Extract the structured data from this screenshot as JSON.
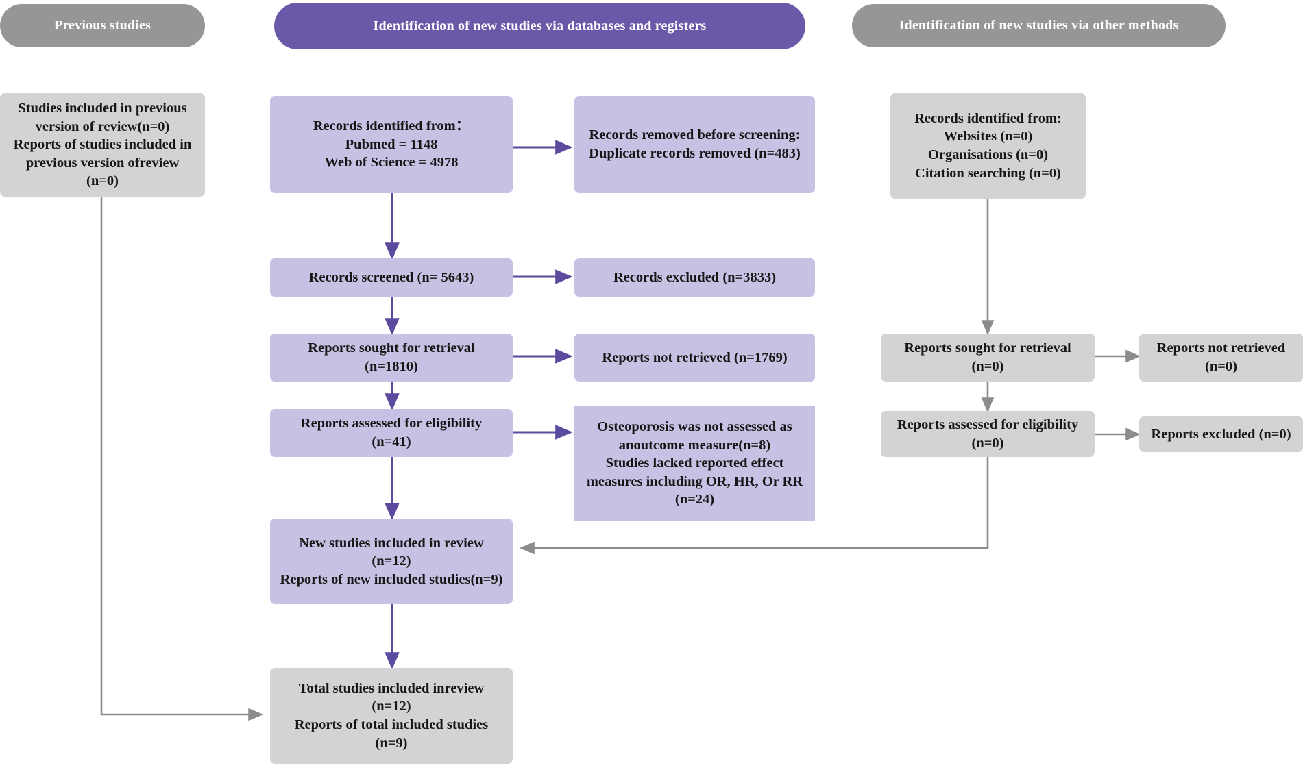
{
  "diagram": {
    "type": "prisma-flow-diagram",
    "colors": {
      "banner_grey": "#969696",
      "banner_purple": "#6a58a8",
      "box_purple": "#c9c1e3",
      "box_grey": "#d3d3d3",
      "arrow_purple": "#5b4a9e",
      "arrow_grey": "#8c8c8c",
      "text_dark": "#161616",
      "banner_text": "#ffffff",
      "background": "#ffffff"
    },
    "banners": {
      "previous": "Previous studies",
      "databases": "Identification of new studies via databases and registers",
      "other": "Identification of new studies via other methods"
    },
    "previous_column": {
      "included_previous": [
        "Studies included in previous",
        "version of review(n=0)",
        "Reports of studies included in",
        "previous version ofreview",
        "(n=0)"
      ]
    },
    "databases_column": {
      "identified": [
        "Records identified from：",
        "Pubmed = 1148",
        "Web of Science = 4978"
      ],
      "removed": [
        "Records removed before screening:",
        "Duplicate records removed (n=483)"
      ],
      "screened": [
        "Records screened (n= 5643)"
      ],
      "records_excluded": [
        "Records excluded (n=3833)"
      ],
      "sought": [
        "Reports sought for retrieval",
        "(n=1810)"
      ],
      "not_retrieved": [
        "Reports not retrieved (n=1769)"
      ],
      "assessed": [
        "Reports assessed for eligibility",
        "(n=41)"
      ],
      "reports_excluded": [
        "Osteoporosis was not assessed as",
        "anoutcome measure(n=8)",
        "Studies lacked reported effect",
        "measures including OR, HR, Or RR",
        "(n=24)"
      ],
      "new_included": [
        "New studies included in review",
        "(n=12)",
        "Reports of new included studies(n=9)"
      ]
    },
    "other_column": {
      "identified": [
        "Records identified from:",
        "Websites (n=0)",
        "Organisations (n=0)",
        "Citation searching (n=0)"
      ],
      "sought": [
        "Reports sought for retrieval",
        "(n=0)"
      ],
      "not_retrieved": [
        "Reports not retrieved",
        "(n=0)"
      ],
      "assessed": [
        "Reports assessed for eligibility",
        "(n=0)"
      ],
      "reports_excluded": [
        "Reports excluded (n=0)"
      ]
    },
    "total": {
      "total_included": [
        "Total studies included inreview",
        "(n=12)",
        "Reports of total included studies",
        "(n=9)"
      ]
    },
    "chart_data": {
      "type": "table",
      "title": "PRISMA 2020 flow diagram for updated systematic reviews",
      "nodes": [
        {
          "id": "prev_included",
          "label": "Studies included in previous version of review",
          "n": 0
        },
        {
          "id": "prev_reports",
          "label": "Reports of studies included in previous version of review",
          "n": 0
        },
        {
          "id": "db_pubmed",
          "label": "Records identified from Pubmed",
          "n": 1148
        },
        {
          "id": "db_wos",
          "label": "Records identified from Web of Science",
          "n": 4978
        },
        {
          "id": "db_duplicates",
          "label": "Duplicate records removed before screening",
          "n": 483
        },
        {
          "id": "db_screened",
          "label": "Records screened",
          "n": 5643
        },
        {
          "id": "db_rec_excluded",
          "label": "Records excluded",
          "n": 3833
        },
        {
          "id": "db_sought",
          "label": "Reports sought for retrieval",
          "n": 1810
        },
        {
          "id": "db_not_retrieved",
          "label": "Reports not retrieved",
          "n": 1769
        },
        {
          "id": "db_assessed",
          "label": "Reports assessed for eligibility",
          "n": 41
        },
        {
          "id": "db_excl_outcome",
          "label": "Osteoporosis was not assessed as an outcome measure",
          "n": 8
        },
        {
          "id": "db_excl_effect",
          "label": "Studies lacked reported effect measures including OR, HR, Or RR",
          "n": 24
        },
        {
          "id": "new_studies",
          "label": "New studies included in review",
          "n": 12
        },
        {
          "id": "new_reports",
          "label": "Reports of new included studies",
          "n": 9
        },
        {
          "id": "oth_websites",
          "label": "Records identified from Websites",
          "n": 0
        },
        {
          "id": "oth_orgs",
          "label": "Records identified from Organisations",
          "n": 0
        },
        {
          "id": "oth_citation",
          "label": "Records identified from Citation searching",
          "n": 0
        },
        {
          "id": "oth_sought",
          "label": "Reports sought for retrieval (other)",
          "n": 0
        },
        {
          "id": "oth_not_retrieved",
          "label": "Reports not retrieved (other)",
          "n": 0
        },
        {
          "id": "oth_assessed",
          "label": "Reports assessed for eligibility (other)",
          "n": 0
        },
        {
          "id": "oth_excluded",
          "label": "Reports excluded (other)",
          "n": 0
        },
        {
          "id": "total_studies",
          "label": "Total studies included in review",
          "n": 12
        },
        {
          "id": "total_reports",
          "label": "Reports of total included studies",
          "n": 9
        }
      ]
    }
  }
}
